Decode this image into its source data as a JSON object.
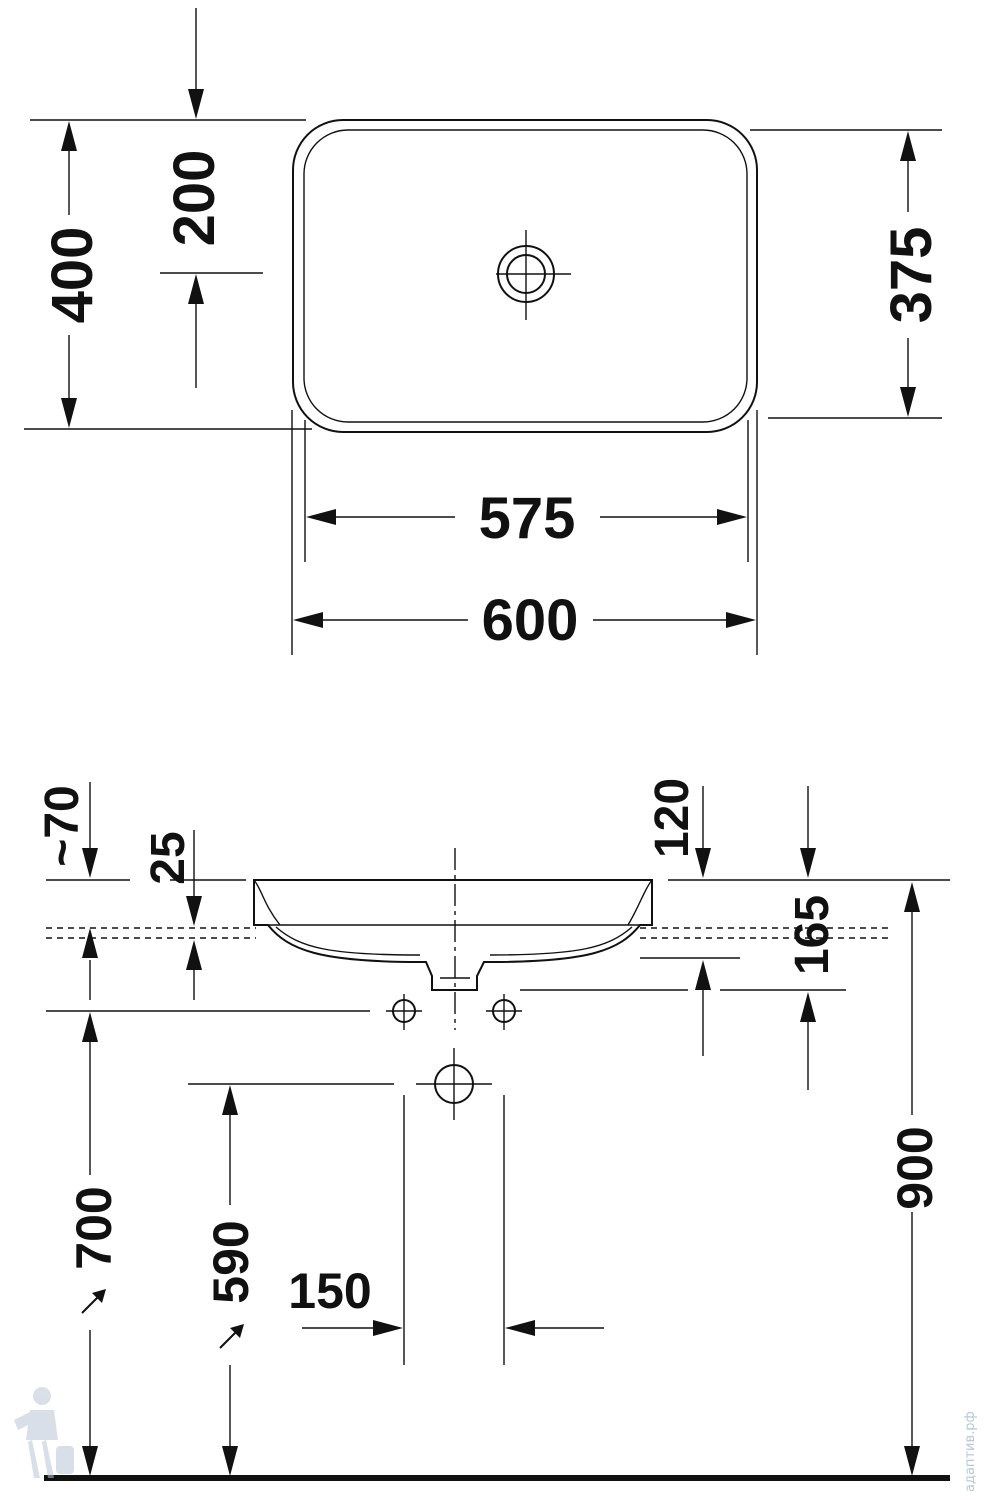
{
  "top_view": {
    "dims": {
      "depth_outer": "400",
      "depth_inner": "375",
      "drain_offset": "200",
      "width_inner": "575",
      "width_outer": "600"
    }
  },
  "side_view": {
    "dims": {
      "rim_approx": "~70",
      "rim_thickness": "25",
      "overflow_height": "120",
      "bowl_depth": "165",
      "counter_height": "900",
      "supply_height": "700",
      "drain_height": "590",
      "supply_spacing": "150"
    }
  },
  "watermark": {
    "text": "адаптив.рф"
  },
  "colors": {
    "ink": "#111111",
    "watermark": "#b9c6d6"
  }
}
